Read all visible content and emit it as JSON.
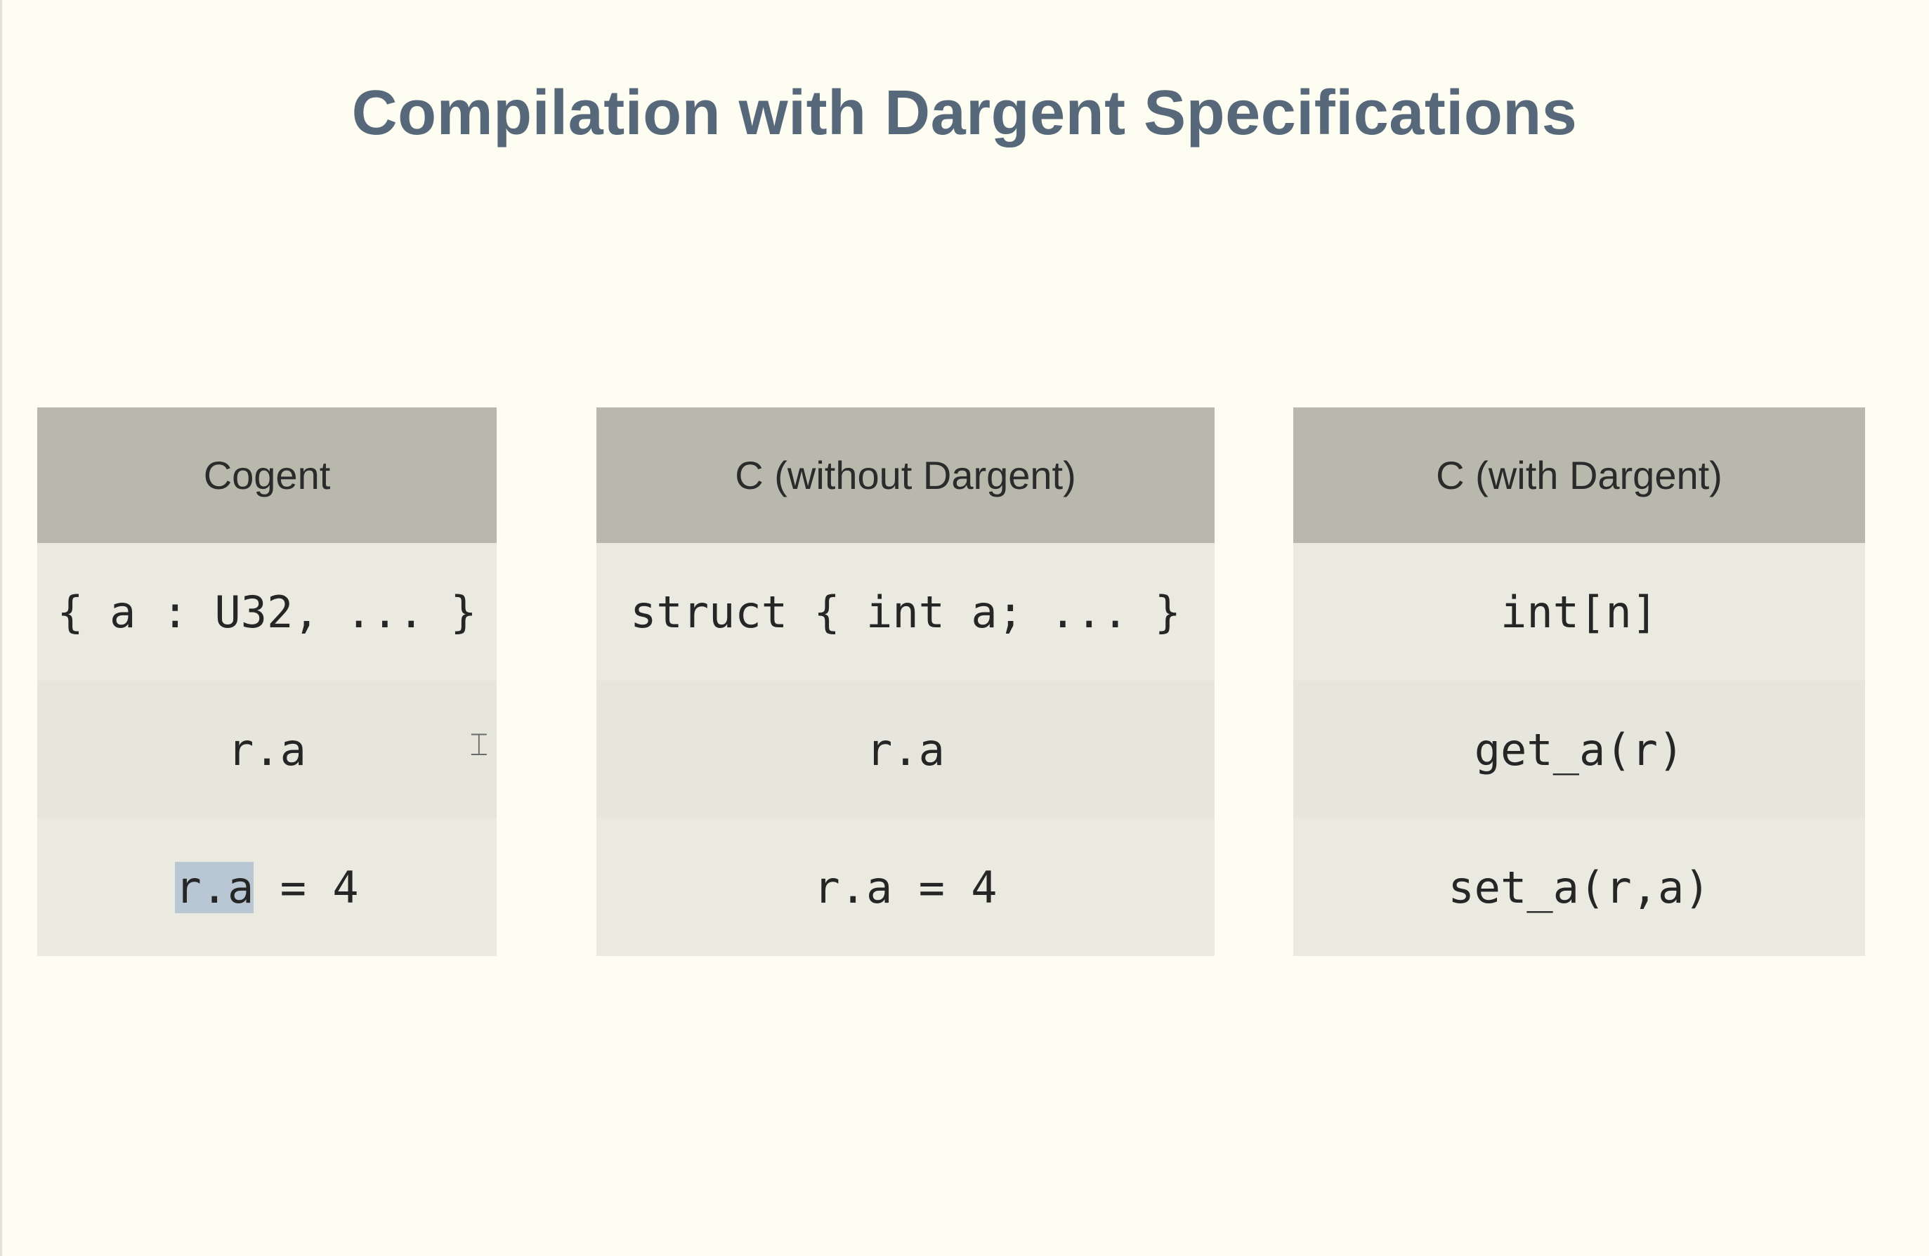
{
  "slide": {
    "title": "Compilation with Dargent Specifications"
  },
  "columns": [
    {
      "header": "Cogent",
      "rows": [
        "{ a : U32, ... }",
        "r.a"
      ],
      "row3_highlight": "r.a",
      "row3_rest": " = 4"
    },
    {
      "header": "C (without Dargent)",
      "rows": [
        "struct { int a; ... }",
        "r.a",
        "r.a = 4"
      ]
    },
    {
      "header": "C (with Dargent)",
      "rows": [
        "int[n]",
        "get_a(r)",
        "set_a(r,a)"
      ]
    }
  ],
  "cursor": {
    "icon": "text-cursor-icon",
    "glyph": "⌶"
  },
  "colors": {
    "background": "#fdfdf2",
    "title": "#566879",
    "header_bg": "#b8b8ac",
    "cell_bg": "#eaeae0",
    "highlight": "#b9c6d3"
  }
}
